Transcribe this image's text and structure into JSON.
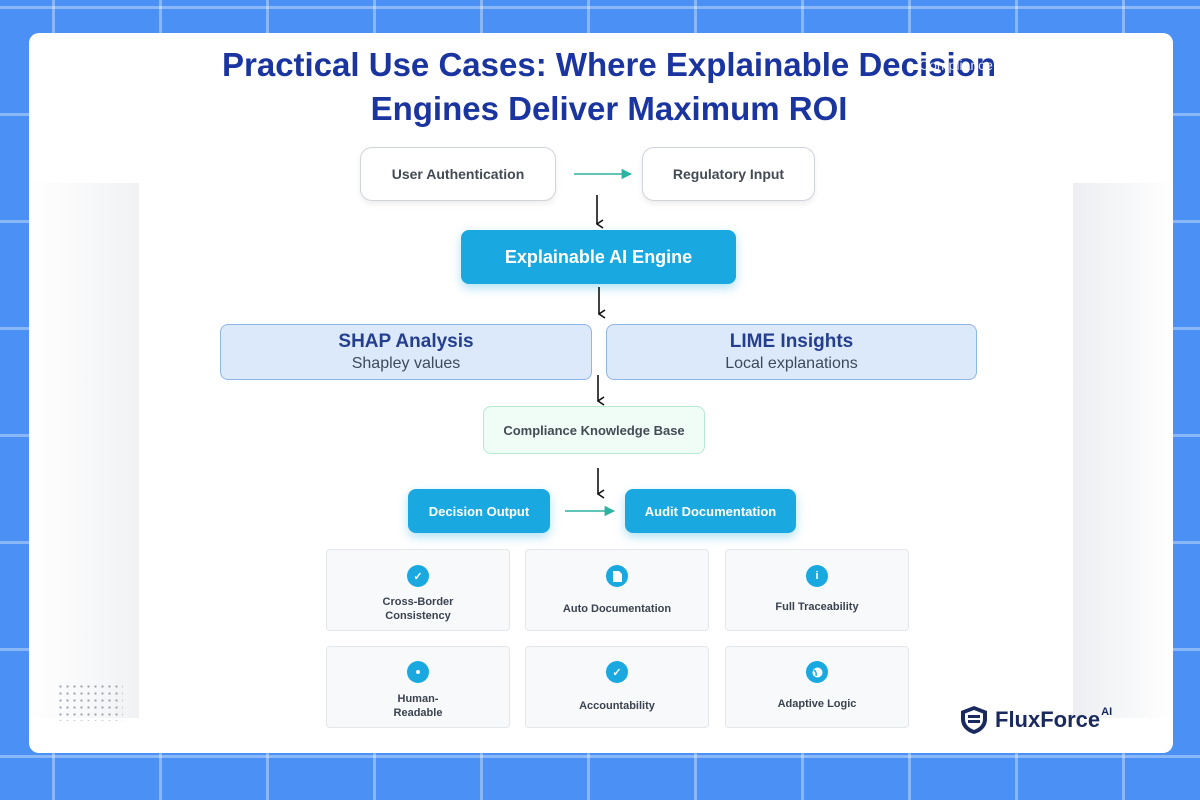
{
  "title": "Practical Use Cases: Where Explainable Decision Engines Deliver Maximum ROI",
  "faint_text": "Compliance",
  "nodes": {
    "user_auth": "User Authentication",
    "regulatory_input": "Regulatory Input",
    "engine": "Explainable AI Engine",
    "shap_title": "SHAP Analysis",
    "shap_sub": "Shapley values",
    "lime_title": "LIME Insights",
    "lime_sub": "Local explanations",
    "knowledge_base": "Compliance Knowledge Base",
    "decision_output": "Decision Output",
    "audit_doc": "Audit Documentation"
  },
  "features": [
    {
      "label": "Cross-Border Consistency",
      "icon": "check-circle-icon"
    },
    {
      "label": "Auto Documentation",
      "icon": "document-icon"
    },
    {
      "label": "Full Traceability",
      "icon": "info-icon"
    },
    {
      "label": "Human-Readable",
      "icon": "dot-icon"
    },
    {
      "label": "Accountability",
      "icon": "checkmark-icon"
    },
    {
      "label": "Adaptive Logic",
      "icon": "globe-icon"
    }
  ],
  "logo": {
    "name": "FluxForce",
    "suffix": "AI"
  },
  "colors": {
    "title": "#1a34a0",
    "accent": "#19a9e0",
    "arrow_teal": "#2bb3a3",
    "panel_blue": "#dbe9fb"
  }
}
